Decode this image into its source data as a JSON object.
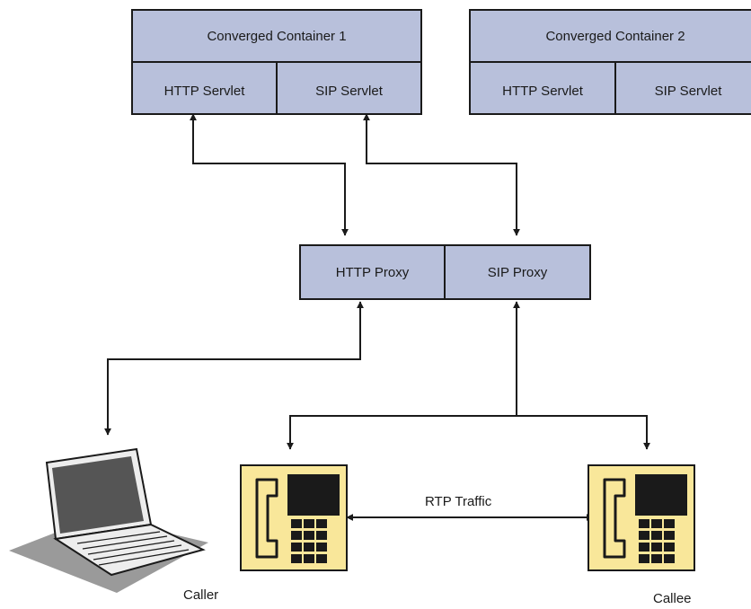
{
  "containers": [
    {
      "title": "Converged Container 1",
      "http_servlet": "HTTP Servlet",
      "sip_servlet": "SIP Servlet"
    },
    {
      "title": "Converged Container 2",
      "http_servlet": "HTTP Servlet",
      "sip_servlet": "SIP Servlet"
    }
  ],
  "proxy": {
    "http": "HTTP Proxy",
    "sip": "SIP Proxy"
  },
  "labels": {
    "rtp": "RTP Traffic",
    "caller": "Caller",
    "callee": "Callee"
  },
  "colors": {
    "box_fill": "#b8c0db",
    "phone_fill": "#f9e79a",
    "stroke": "#1a1a1a"
  },
  "icons": [
    "laptop-icon",
    "desk-phone-icon"
  ]
}
